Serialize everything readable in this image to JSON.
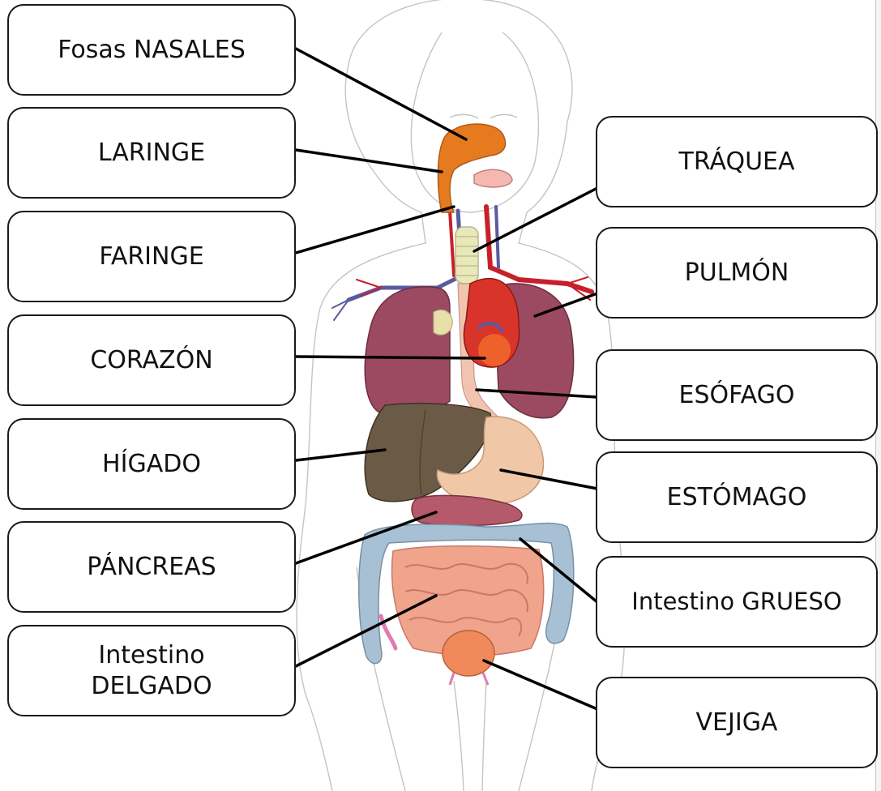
{
  "labels": {
    "fosas_nasales": "Fosas NASALES",
    "laringe": "LARINGE",
    "faringe": "FARINGE",
    "corazon": "CORAZÓN",
    "higado": "HÍGADO",
    "pancreas": "PÁNCREAS",
    "intestino_delgado": "Intestino\nDELGADO",
    "traquea": "TRÁQUEA",
    "pulmon": "PULMÓN",
    "esofago": "ESÓFAGO",
    "estomago": "ESTÓMAGO",
    "intestino_grueso": "Intestino GRUESO",
    "vejiga": "VEJIGA"
  },
  "colors": {
    "nasal_orange": "#e57b1e",
    "lung": "#9c4a62",
    "liver": "#6b5a45",
    "heart": "#d8342a",
    "stomach": "#f0c8a8",
    "small_intestine": "#f0a48c",
    "large_intestine": "#a8c0d4",
    "pancreas": "#b45a6a",
    "bladder": "#f08a5a",
    "vein": "#5a5aa0",
    "artery": "#c8202a",
    "trachea": "#e8e8b8"
  }
}
